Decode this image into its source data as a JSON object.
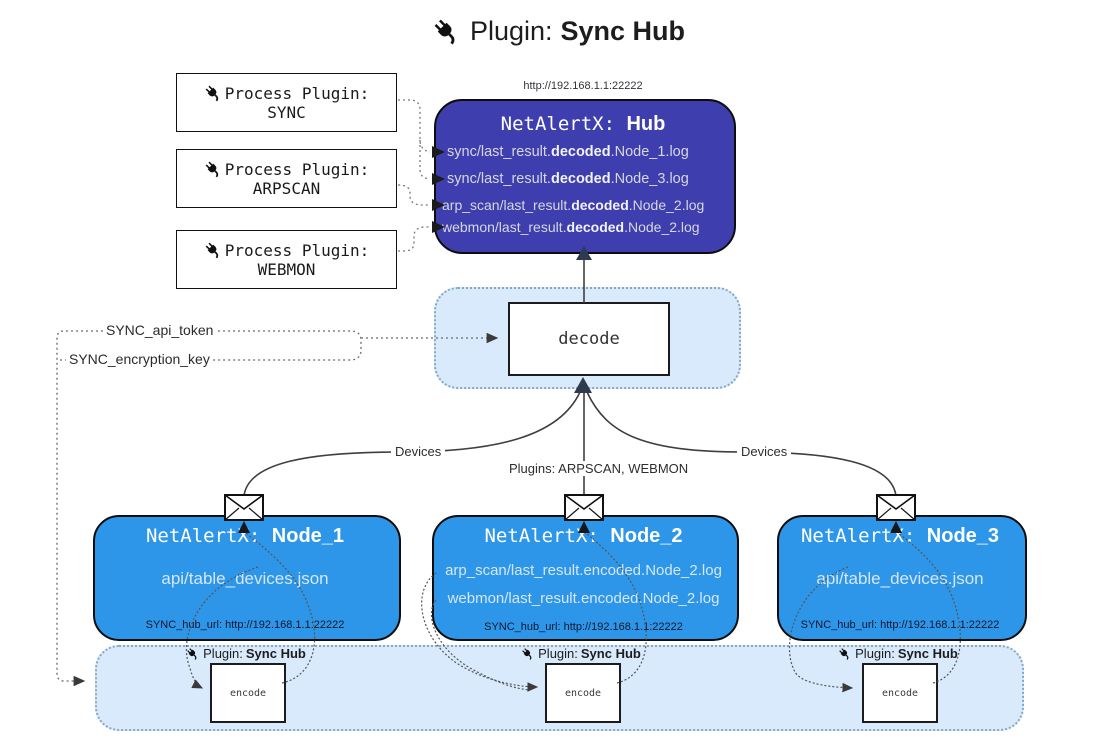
{
  "title": {
    "icon": "plug-icon",
    "prefix": "Plugin:",
    "name": "Sync Hub"
  },
  "process_plugins": [
    {
      "label": "Process Plugin:",
      "name": "SYNC"
    },
    {
      "label": "Process Plugin:",
      "name": "ARPSCAN"
    },
    {
      "label": "Process Plugin:",
      "name": "WEBMON"
    }
  ],
  "hub": {
    "url": "http://192.168.1.1:22222",
    "brand": "NetAlertX: ",
    "name": "Hub",
    "logs": [
      {
        "pre": "sync/last_result.",
        "bold": "decoded",
        "post": ".Node_1.log"
      },
      {
        "pre": "sync/last_result.",
        "bold": "decoded",
        "post": ".Node_3.log"
      },
      {
        "pre": "arp_scan/last_result.",
        "bold": "decoded",
        "post": ".Node_2.log"
      },
      {
        "pre": "webmon/last_result.",
        "bold": "decoded",
        "post": ".Node_2.log"
      }
    ]
  },
  "decode": {
    "label": "decode"
  },
  "keys": {
    "api_token": "SYNC_api_token",
    "encryption_key": "SYNC_encryption_key"
  },
  "edge_labels": {
    "devices_left": "Devices",
    "plugins_center": "Plugins: ARPSCAN, WEBMON",
    "devices_right": "Devices"
  },
  "nodes": [
    {
      "brand": "NetAlertX: ",
      "name": "Node_1",
      "files": [
        "api/table_devices.json"
      ],
      "hub_url": "SYNC_hub_url: http://192.168.1.1:22222"
    },
    {
      "brand": "NetAlertX: ",
      "name": "Node_2",
      "files": [
        "arp_scan/last_result.encoded.Node_2.log",
        "webmon/last_result.encoded.Node_2.log"
      ],
      "hub_url": "SYNC_hub_url: http://192.168.1.1:22222"
    },
    {
      "brand": "NetAlertX: ",
      "name": "Node_3",
      "files": [
        "api/table_devices.json"
      ],
      "hub_url": "SYNC_hub_url: http://192.168.1.1:22222"
    }
  ],
  "encoders": [
    {
      "plugin_prefix": "Plugin:",
      "plugin_name": "Sync Hub",
      "label": "encode"
    },
    {
      "plugin_prefix": "Plugin:",
      "plugin_name": "Sync Hub",
      "label": "encode"
    },
    {
      "plugin_prefix": "Plugin:",
      "plugin_name": "Sync Hub",
      "label": "encode"
    }
  ],
  "colors": {
    "hub_fill": "#3e3eae",
    "node_fill": "#2e96e8",
    "panel_fill": "#d8eafb",
    "panel_border": "#85a9c5",
    "arrow_dark": "#2e3b4e"
  }
}
